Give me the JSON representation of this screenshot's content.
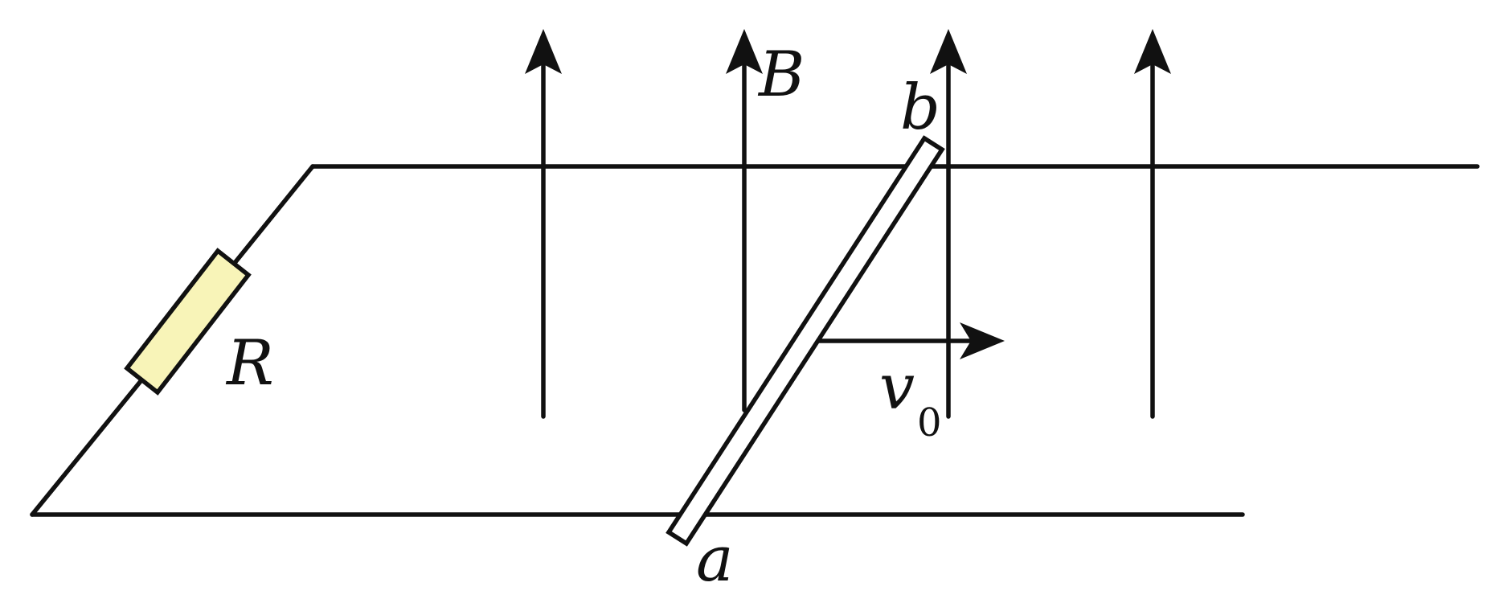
{
  "labels": {
    "field": "B",
    "resistor": "R",
    "rod_top": "b",
    "rod_bottom": "a",
    "velocity": "v",
    "velocity_subscript": "0"
  },
  "colors": {
    "line": "#111111",
    "resistor_fill": "#f8f4b8",
    "rod_fill": "#ffffff",
    "background": "#ffffff"
  }
}
